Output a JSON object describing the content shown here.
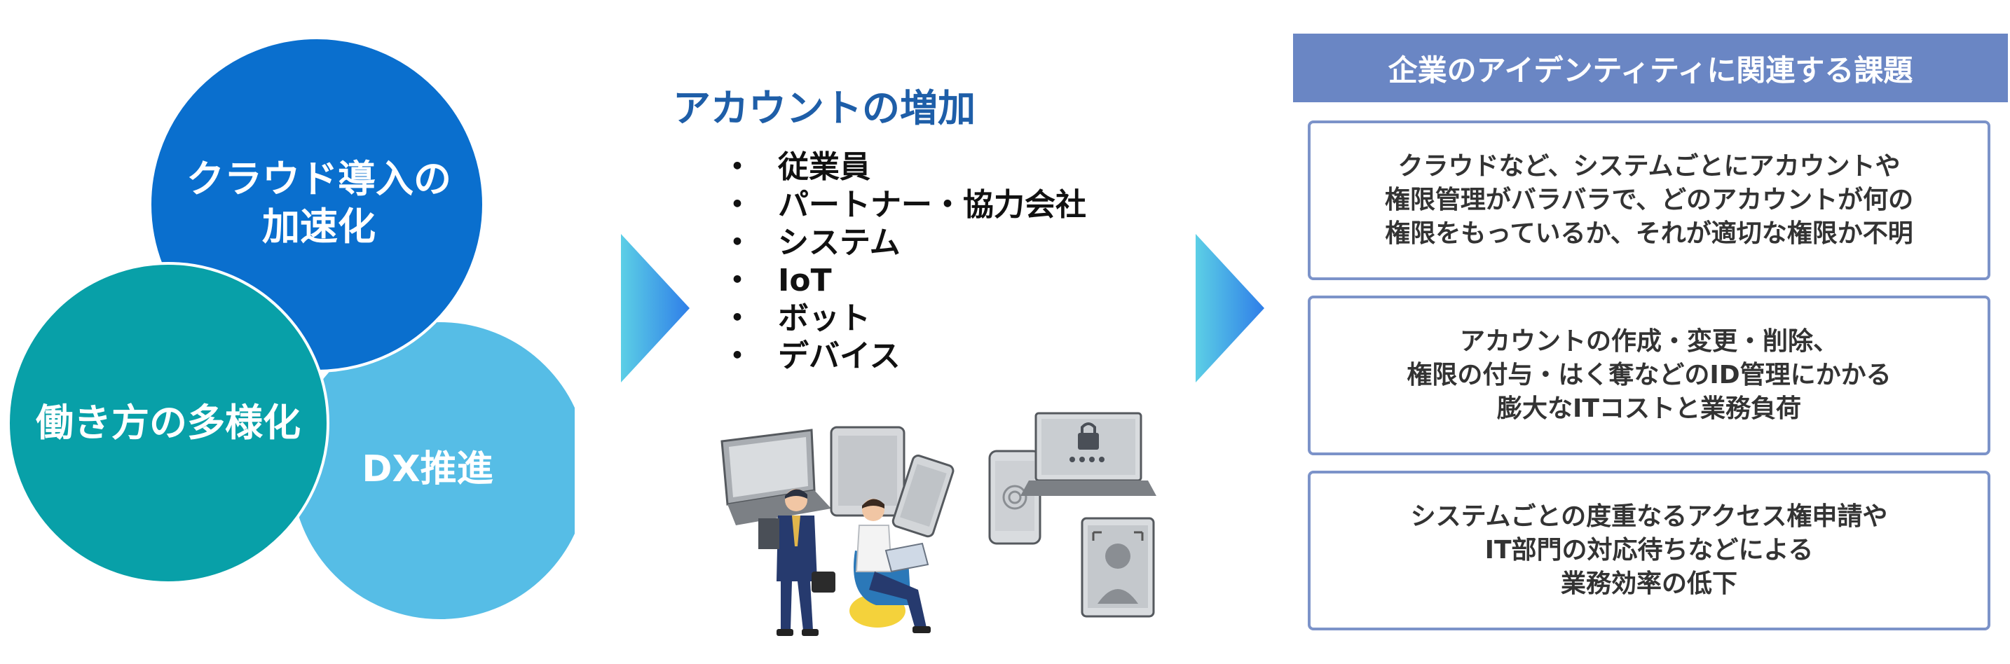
{
  "drivers": {
    "cloud": "クラウド導入の\n加速化",
    "workstyle": "働き方の多様化",
    "dx": "DX推進"
  },
  "accounts": {
    "title": "アカウントの増加",
    "bullet_glyph": "・",
    "items": [
      "従業員",
      "パートナー・協力会社",
      "システム",
      "IoT",
      "ボット",
      "デバイス"
    ]
  },
  "issues": {
    "header": "企業のアイデンティティに関連する課題",
    "items": [
      {
        "lines": [
          "クラウドなど、システムごとにアカウントや",
          "権限管理がバラバラで、どのアカウントが何の",
          "権限をもっているか、それが適切な権限か不明"
        ]
      },
      {
        "lines": [
          "アカウントの作成・変更・削除、",
          "権限の付与・はく奪などのID管理にかかる",
          "膨大なITコストと業務負荷"
        ]
      },
      {
        "lines": [
          "システムごとの度重なるアクセス権申請や",
          "IT部門の対応待ちなどによる",
          "業務効率の低下"
        ]
      }
    ]
  },
  "colors": {
    "cloud": "#0a6fce",
    "workstyle": "#08a0a8",
    "dx": "#56bde6",
    "title": "#1e5ea8",
    "issue_header": "#6a86c4",
    "issue_border": "#7c93c9"
  }
}
